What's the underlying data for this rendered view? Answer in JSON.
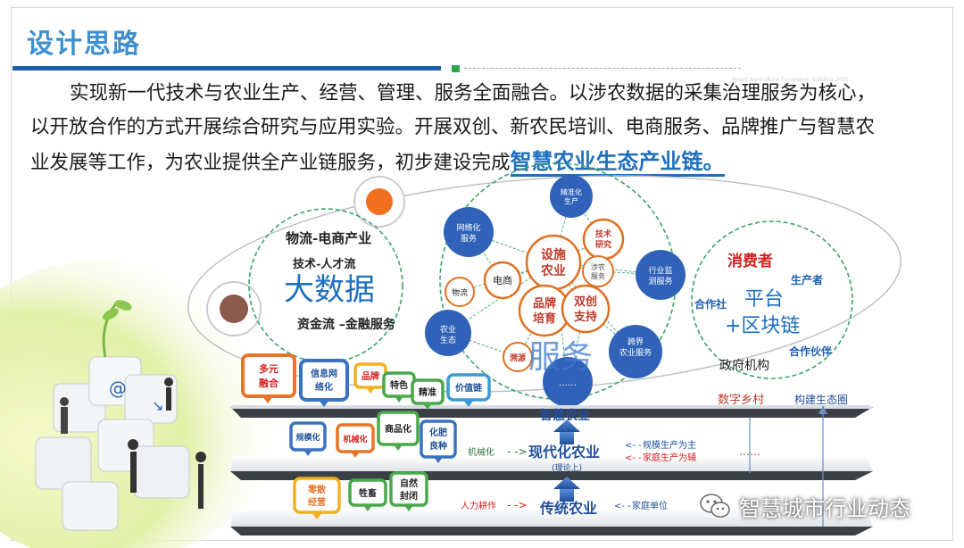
{
  "slide": {
    "title": "设计思路",
    "paragraph_1": "实现新一代技术与农业生产、经营、管理、服务全面融合。以涉农数据的采集治理服务为核心，",
    "paragraph_2": "以开放合作的方式开展综合研究与应用实验。开展双创、新农民培训、电商服务、品牌推广与智慧农",
    "paragraph_3": "业发展等工作，为农业提供全产业链服务，初步建设完成",
    "highlight": "智慧农业生态产业链。"
  },
  "left_circle": {
    "line_1": "物流-电商产业",
    "line_2": "技术-人才流",
    "big": "大数据",
    "line_3": "资金流 –金融服务"
  },
  "center_circle": {
    "service": "服务",
    "blue_nodes": [
      "精准化生产",
      "网络化服务",
      "行业监测服务",
      "农业生态",
      "跨界农业服务",
      "……"
    ],
    "orange_nodes": [
      "设施农业",
      "技术研究",
      "涉农服务",
      "电商",
      "品牌培育",
      "双创支持",
      "物流",
      "溯源"
    ]
  },
  "right_circle": {
    "consumer": "消费者",
    "producer": "生产者",
    "coop": "合作社",
    "platform_1": "平台",
    "platform_2": "+区块链",
    "partner": "合作伙伴",
    "gov": "政府机构"
  },
  "tiers": {
    "top_tags": [
      "多元融合",
      "信息网络化",
      "品牌",
      "特色",
      "精准",
      "价值链"
    ],
    "top_label": "智慧农业",
    "digital_village": "数字乡村",
    "ecosystem": "构建生态圈",
    "mid_tags": [
      "规模化",
      "机械化",
      "商品化",
      "化肥良种"
    ],
    "mid_left": "机械化",
    "mid_label": "现代化农业",
    "mid_sub": "(理论上)",
    "mid_right_1": "规模生产为主",
    "mid_right_2": "家庭生产为辅",
    "mid_dots": "……",
    "low_tags": [
      "零散经营",
      "牲畜",
      "自然封闭"
    ],
    "low_left": "人力耕作",
    "low_label": "传统农业",
    "low_right": "家庭单位"
  },
  "watermark": "智慧城市行业动态",
  "faint_caption": "Smart Agriculture Ecosystem Building 2022",
  "colors": {
    "title_blue": "#3f8fce",
    "accent_blue": "#1e6fbf",
    "node_blue": "#2f62b8",
    "node_orange": "#e07020",
    "tag_orange": "#e8742a",
    "tag_blue": "#3a72c2",
    "tag_green": "#4aa84a",
    "tag_yellow": "#f0b020",
    "red_text": "#d62020"
  }
}
